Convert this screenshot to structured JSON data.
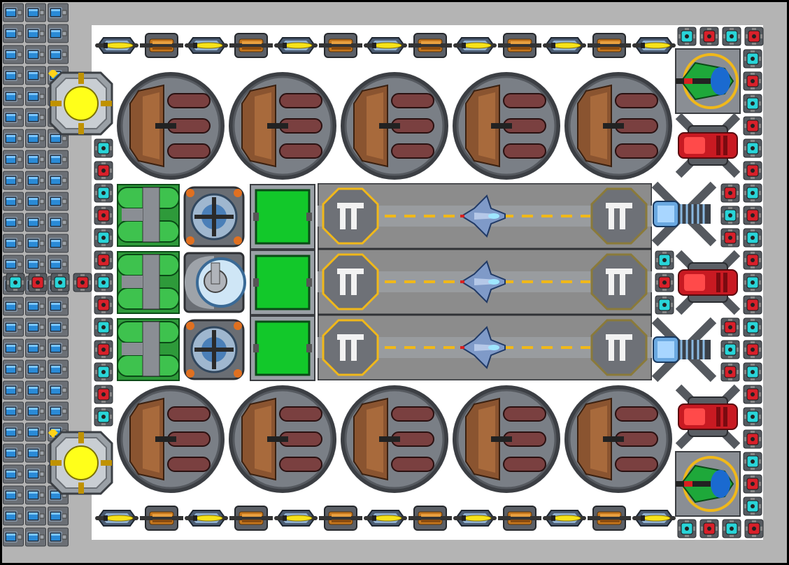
{
  "scene": "starship-hangar-layout",
  "colors": {
    "background": "#000000",
    "hull": "#b4b4b4",
    "floor": "#ffffff",
    "battery_blue": "#2a8ad6",
    "tile_cyan": "#29d4d8",
    "tile_red": "#d8202a",
    "reactor_yellow": "#ffff1a",
    "tank_brown": "#8a5430",
    "green_module": "#12c82a",
    "hangar_grey": "#8c8c8c",
    "runway_dash": "#f0b81a",
    "pad_ring": "#f0b81a"
  },
  "icons": {
    "battery": "battery-icon",
    "power_tile": "power-tile-icon",
    "railgun": "railgun-icon",
    "reactor": "reactor-icon",
    "fuel_tank": "fuel-tank-icon",
    "turret": "turret-icon",
    "green_pod": "green-pod-icon",
    "engine": "engine-icon",
    "thruster": "thruster-icon",
    "pump": "pump-icon",
    "fighter": "fighter-icon",
    "landing_pad": "landing-pad-icon"
  },
  "hangar_bays": [
    {
      "id": "bay-1"
    },
    {
      "id": "bay-2"
    },
    {
      "id": "bay-3"
    }
  ]
}
